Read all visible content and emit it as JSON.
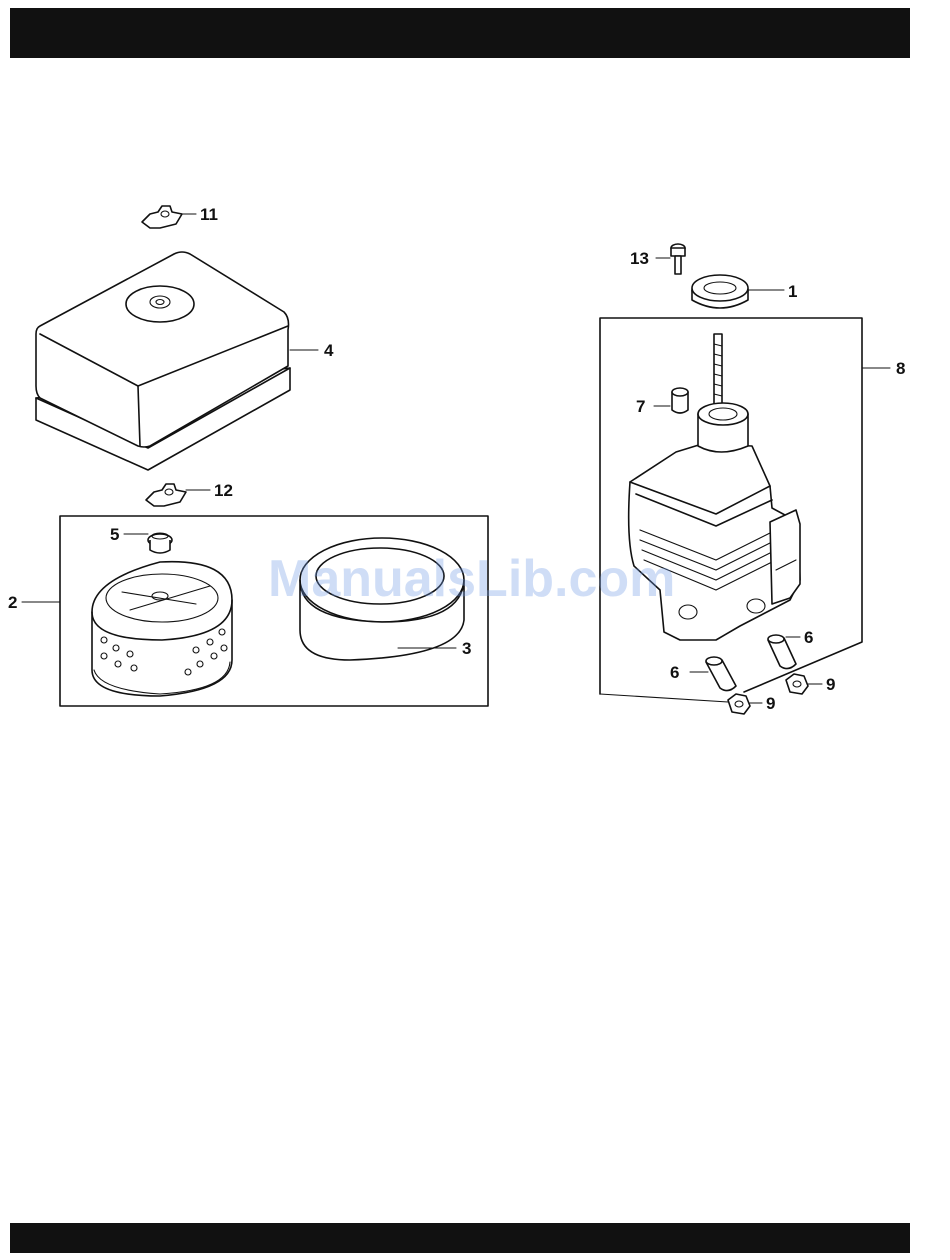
{
  "header": {
    "color": "#111111"
  },
  "footer": {
    "color": "#111111"
  },
  "watermark": {
    "text": "ManualsLib.com",
    "color": "#6f9ae6"
  },
  "callouts": {
    "c1": "1",
    "c2": "2",
    "c3": "3",
    "c4": "4",
    "c5": "5",
    "c6a": "6",
    "c6b": "6",
    "c7": "7",
    "c8": "8",
    "c9a": "9",
    "c9b": "9",
    "c11": "11",
    "c12": "12",
    "c13": "13"
  },
  "parts": [
    {
      "id": "1",
      "icon": "gasket-ring-icon"
    },
    {
      "id": "2",
      "icon": "element-assembly-icon"
    },
    {
      "id": "3",
      "icon": "foam-element-icon"
    },
    {
      "id": "4",
      "icon": "cover-icon"
    },
    {
      "id": "5",
      "icon": "grommet-icon"
    },
    {
      "id": "6",
      "icon": "collar-icon"
    },
    {
      "id": "7",
      "icon": "collar-small-icon"
    },
    {
      "id": "8",
      "icon": "case-assembly-icon"
    },
    {
      "id": "9",
      "icon": "nut-icon"
    },
    {
      "id": "11",
      "icon": "wing-nut-icon"
    },
    {
      "id": "12",
      "icon": "wing-nut-icon"
    },
    {
      "id": "13",
      "icon": "bolt-icon"
    }
  ]
}
